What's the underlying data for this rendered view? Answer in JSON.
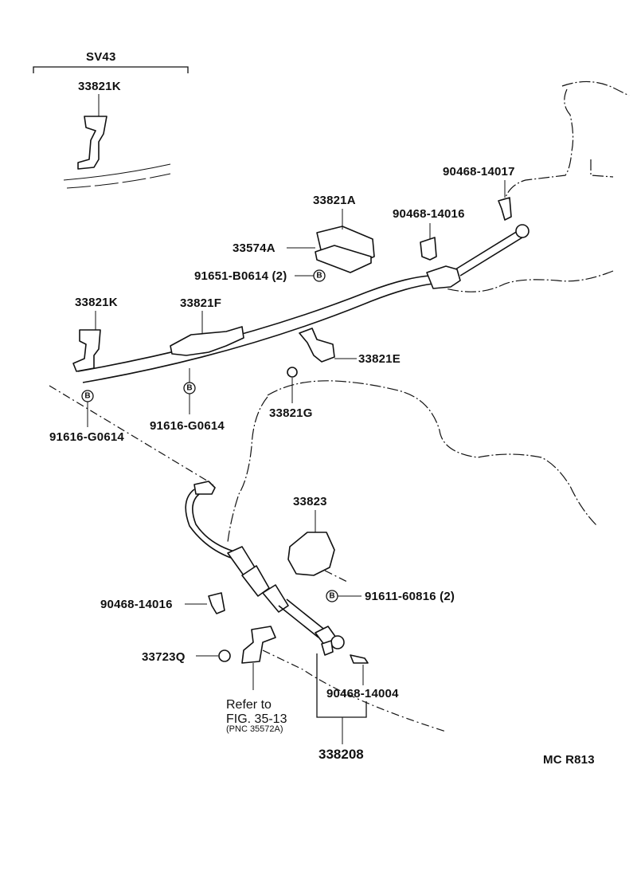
{
  "variant_label": "SV43",
  "bolt_symbol": "B",
  "parts": {
    "p_33821K_top": "33821K",
    "p_33821A": "33821A",
    "p_33574A": "33574A",
    "p_91651": "91651-B0614 (2)",
    "p_90468_14017": "90468-14017",
    "p_90468_14016_top": "90468-14016",
    "p_33821K_mid": "33821K",
    "p_33821F": "33821F",
    "p_33821E": "33821E",
    "p_33821G": "33821G",
    "p_91616_left": "91616-G0614",
    "p_91616_mid": "91616-G0614",
    "p_33823": "33823",
    "p_91611": "91611-60816 (2)",
    "p_90468_14016_bot": "90468-14016",
    "p_33723Q": "33723Q",
    "p_90468_14004": "90468-14004",
    "p_33820B": "338208"
  },
  "reference": {
    "line1": "Refer to",
    "line2": "FIG. 35-13",
    "line3": "(PNC 35572A)"
  },
  "figure_code": "MC R813"
}
